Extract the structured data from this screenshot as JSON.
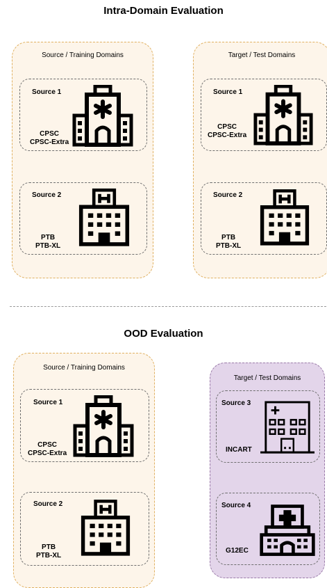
{
  "sections": [
    {
      "title": "Intra-Domain Evaluation",
      "source_panel": {
        "title": "Source / Training Domains",
        "cards": [
          {
            "label": "Source 1",
            "datasets": [
              "CPSC",
              "CPSC-Extra"
            ],
            "icon": "hospital-asterisk-icon"
          },
          {
            "label": "Source 2",
            "datasets": [
              "PTB",
              "PTB-XL"
            ],
            "icon": "hospital-h-icon"
          }
        ]
      },
      "target_panel": {
        "title": "Target / Test Domains",
        "cards": [
          {
            "label": "Source 1",
            "datasets": [
              "CPSC",
              "CPSC-Extra"
            ],
            "icon": "hospital-asterisk-icon"
          },
          {
            "label": "Source 2",
            "datasets": [
              "PTB",
              "PTB-XL"
            ],
            "icon": "hospital-h-icon"
          }
        ]
      }
    },
    {
      "title": "OOD Evaluation",
      "source_panel": {
        "title": "Source / Training Domains",
        "cards": [
          {
            "label": "Source 1",
            "datasets": [
              "CPSC",
              "CPSC-Extra"
            ],
            "icon": "hospital-asterisk-icon"
          },
          {
            "label": "Source 2",
            "datasets": [
              "PTB",
              "PTB-XL"
            ],
            "icon": "hospital-h-icon"
          }
        ]
      },
      "target_panel": {
        "title": "Target / Test Domains",
        "cards": [
          {
            "label": "Source 3",
            "datasets": [
              "INCART"
            ],
            "icon": "clinic-cross-icon"
          },
          {
            "label": "Source 4",
            "datasets": [
              "G12EC"
            ],
            "icon": "hospital-cross-icon"
          }
        ]
      }
    }
  ],
  "colors": {
    "source_panel_fill": "#fdf5ea",
    "source_panel_border": "#e0b060",
    "ood_target_panel_fill": "#e3d5ea",
    "ood_target_panel_border": "#9a7aa8"
  }
}
